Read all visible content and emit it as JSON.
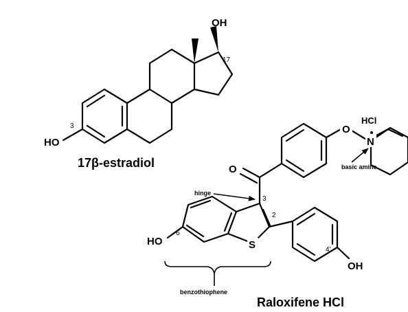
{
  "estradiol": {
    "name": "17β-estradiol",
    "oh_top": "OH",
    "ho_left": "HO",
    "pos_3": "3",
    "pos_17": "17"
  },
  "raloxifene": {
    "name": "Raloxifene HCl",
    "o_ether": "O",
    "o_carbonyl": "O",
    "n": "N",
    "hcl": "HCl",
    "s": "S",
    "ho_left": "HO",
    "oh_right": "OH",
    "pos_2": "2",
    "pos_3": "3",
    "pos_6": "6",
    "pos_4prime": "4'"
  },
  "annotations": {
    "hinge": "hinge",
    "basic_amine": "basic amine",
    "benzothiophene": "benzothiophene"
  }
}
